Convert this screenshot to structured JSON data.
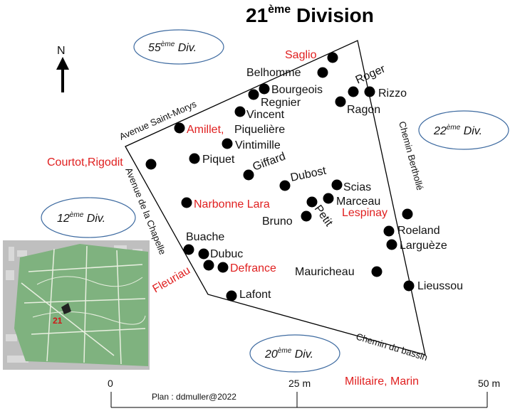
{
  "title": {
    "main": "21",
    "sup": "ème",
    "rest": " Division"
  },
  "north": {
    "label": "N"
  },
  "neighbors": [
    {
      "id": "55",
      "num": "55",
      "sup": "ème",
      "rest": " Div."
    },
    {
      "id": "22",
      "num": "22",
      "sup": "ème",
      "rest": " Div."
    },
    {
      "id": "12",
      "num": "12",
      "sup": "ème",
      "rest": " Div."
    },
    {
      "id": "20",
      "num": "20",
      "sup": "ème",
      "rest": " Div."
    }
  ],
  "streets": {
    "saint_morys": "Avenue Saint-Morys",
    "berthollet": "Chemin Berthollé",
    "chapelle": "Avenue de la Chapelle",
    "bassin": "Chemin du bassin"
  },
  "graves": [
    {
      "id": "saglio",
      "label": "Saglio",
      "red": true
    },
    {
      "id": "belhomme",
      "label": "Belhomme",
      "red": false
    },
    {
      "id": "roger",
      "label": "Roger",
      "red": false
    },
    {
      "id": "rizzo",
      "label": "Rizzo",
      "red": false
    },
    {
      "id": "bourgeois",
      "label": "Bourgeois",
      "red": false
    },
    {
      "id": "regnier",
      "label": "Regnier",
      "red": false
    },
    {
      "id": "ragon",
      "label": "Ragon",
      "red": false
    },
    {
      "id": "vincent",
      "label": "Vincent",
      "red": false
    },
    {
      "id": "amillet",
      "label": "Amillet,",
      "red": true
    },
    {
      "id": "piqueliere",
      "label": "Piquelière",
      "red": false
    },
    {
      "id": "vintimille",
      "label": "Vintimille",
      "red": false
    },
    {
      "id": "courtot",
      "label": "Courtot,Rigodit",
      "red": true
    },
    {
      "id": "piquet",
      "label": "Piquet",
      "red": false
    },
    {
      "id": "giffard",
      "label": "Giffard",
      "red": false
    },
    {
      "id": "dubost",
      "label": "Dubost",
      "red": false
    },
    {
      "id": "scias",
      "label": "Scias",
      "red": false
    },
    {
      "id": "marceau",
      "label": "Marceau",
      "red": false
    },
    {
      "id": "narbonne",
      "label": "Narbonne Lara",
      "red": true
    },
    {
      "id": "petit",
      "label": "Petit",
      "red": false
    },
    {
      "id": "bruno",
      "label": "Bruno",
      "red": false
    },
    {
      "id": "lespinay",
      "label": "Lespinay",
      "red": true
    },
    {
      "id": "roeland",
      "label": "Roeland",
      "red": false
    },
    {
      "id": "larguese",
      "label": "Larguèze",
      "red": false
    },
    {
      "id": "buache",
      "label": "Buache",
      "red": false
    },
    {
      "id": "dubuc",
      "label": "Dubuc",
      "red": false
    },
    {
      "id": "defrance",
      "label": "Defrance",
      "red": true
    },
    {
      "id": "fleuriau",
      "label": "Fleuriau",
      "red": true
    },
    {
      "id": "lafont",
      "label": "Lafont",
      "red": false
    },
    {
      "id": "mauricheau",
      "label": "Mauricheau",
      "red": false
    },
    {
      "id": "lieussou",
      "label": "Lieussou",
      "red": false
    },
    {
      "id": "militaire",
      "label": "Militaire, Marin",
      "red": true
    }
  ],
  "scale": {
    "zero": "0",
    "mid": "25 m",
    "end": "50 m"
  },
  "credit": "Plan : ddmuller@2022",
  "inset": {
    "label": "21"
  },
  "colors": {
    "red": "#e02020",
    "ellipse": "#3d6aa0",
    "park": "#7fb27f"
  }
}
